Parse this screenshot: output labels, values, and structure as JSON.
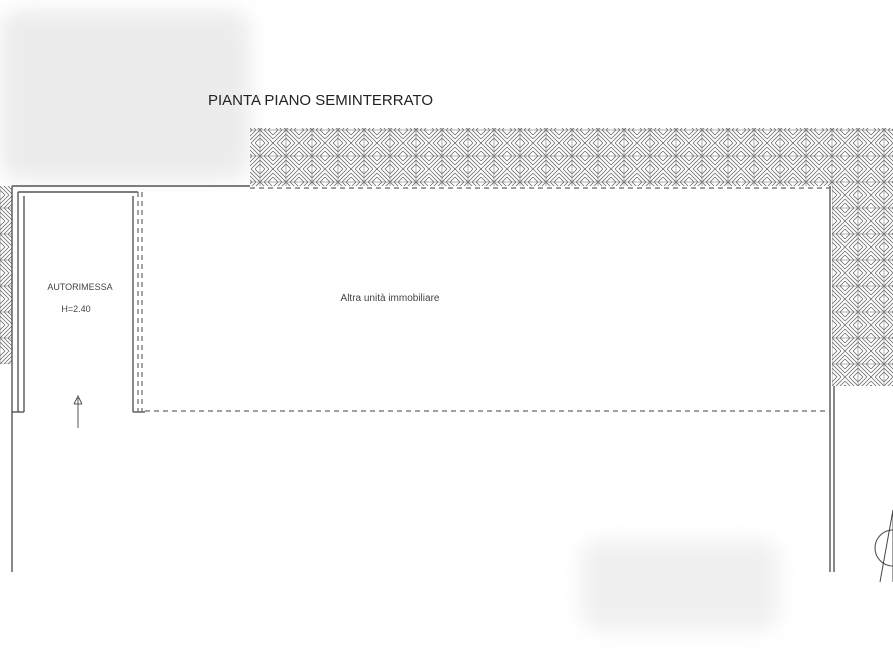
{
  "title": "PIANTA PIANO SEMINTERRATO",
  "rooms": [
    {
      "name": "AUTORIMESSA",
      "height": "H=2.40"
    },
    {
      "name": "Altra unità immobiliare"
    }
  ],
  "colors": {
    "walls": "#555555",
    "hatch": "#666666",
    "background": "#ffffff"
  }
}
